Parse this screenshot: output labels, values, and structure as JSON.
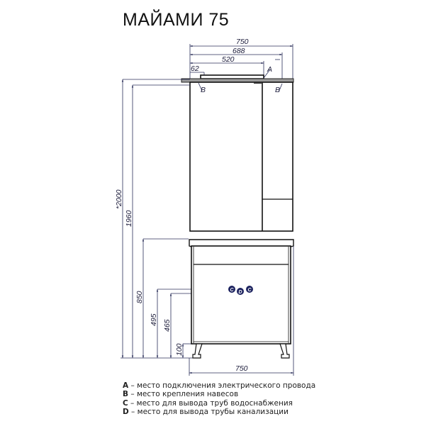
{
  "title": "МАЙАМИ 75",
  "dimensions": {
    "mirror_width": "750",
    "mirror_inner_width": "688",
    "lamp_width": "520",
    "hinge_offset": "62",
    "total_height": "*2000",
    "mirror_top_height": "1960",
    "vanity_height": "850",
    "pipe_height_top": "495",
    "pipe_height_bottom": "465",
    "leg_height": "100",
    "vanity_width": "750"
  },
  "markers": {
    "a": "A",
    "b_left": "B",
    "b_right": "B",
    "c_left": "C",
    "d": "D",
    "c_right": "C"
  },
  "legend": [
    {
      "key": "A",
      "text": " – место подключения электрического провода"
    },
    {
      "key": "B",
      "text": " – место крепления навесов"
    },
    {
      "key": "C",
      "text": " – место для вывода труб водоснабжения"
    },
    {
      "key": "D",
      "text": " – место для вывода трубы канализации"
    }
  ],
  "colors": {
    "line": "#111111",
    "dim_line": "#2b2f5a",
    "marker_fill": "#1d2360"
  }
}
